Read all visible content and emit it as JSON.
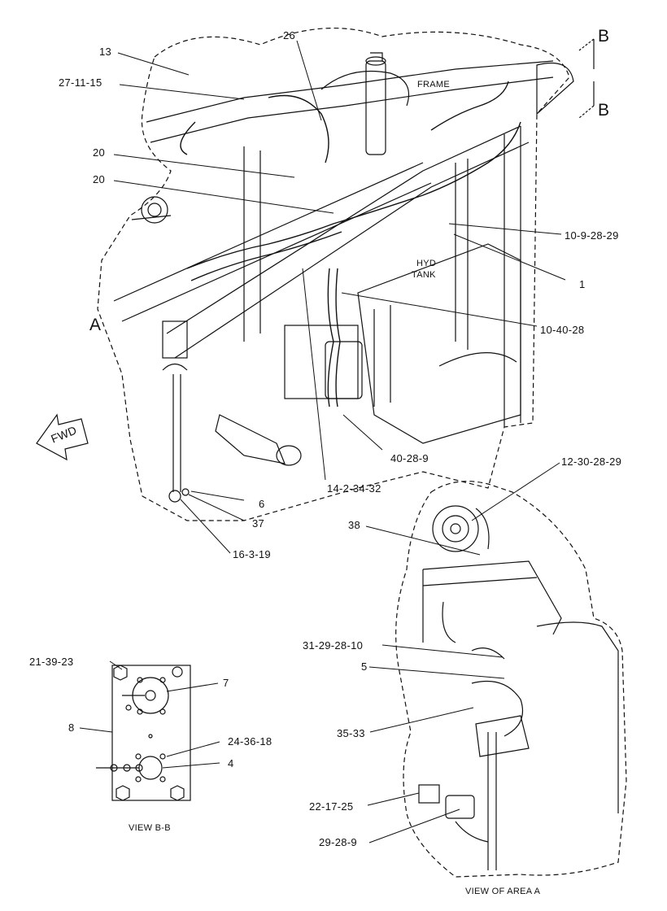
{
  "callouts": {
    "c26": "26",
    "c13": "13",
    "c27_11_15": "27-11-15",
    "c20a": "20",
    "c20b": "20",
    "c10_9_28_29": "10-9-28-29",
    "c1": "1",
    "c10_40_28": "10-40-28",
    "c40_28_9": "40-28-9",
    "c14_2_34_32": "14-2-34-32",
    "c6": "6",
    "c37": "37",
    "c16_3_19": "16-3-19",
    "c12_30_28_29": "12-30-28-29",
    "c38": "38",
    "c31_29_28_10": "31-29-28-10",
    "c5": "5",
    "c35_33": "35-33",
    "c22_17_25": "22-17-25",
    "c29_28_9": "29-28-9",
    "c21_39_23": "21-39-23",
    "c7": "7",
    "c8": "8",
    "c24_36_18": "24-36-18",
    "c4": "4"
  },
  "labels": {
    "frame": "FRAME",
    "hyd_tank_line1": "HYD",
    "hyd_tank_line2": "TANK",
    "section_b_top": "B",
    "section_b_bottom": "B",
    "area_a": "A",
    "fwd": "FWD"
  },
  "views": {
    "view_b": "VIEW B-B",
    "view_area_a": "VIEW OF AREA A"
  }
}
